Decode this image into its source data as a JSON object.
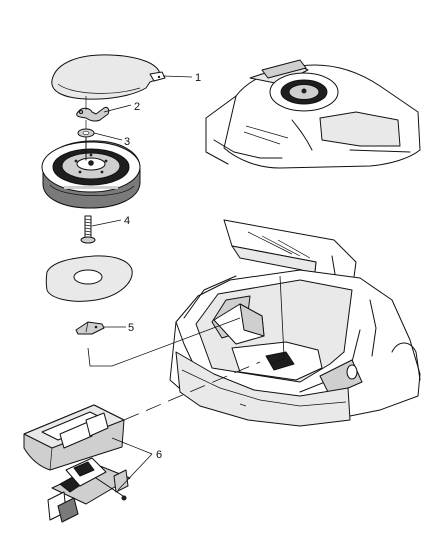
{
  "callouts": [
    {
      "id": "1",
      "label": "1"
    },
    {
      "id": "2",
      "label": "2"
    },
    {
      "id": "3",
      "label": "3"
    },
    {
      "id": "4",
      "label": "4"
    },
    {
      "id": "5",
      "label": "5"
    },
    {
      "id": "6",
      "label": "6"
    }
  ],
  "parts": [
    {
      "callout": "1",
      "icon": "spare-tire-cover-icon"
    },
    {
      "callout": "2",
      "icon": "wing-nut-icon"
    },
    {
      "callout": "3",
      "icon": "washer-icon"
    },
    {
      "callout": "4",
      "icon": "hold-down-bolt-icon"
    },
    {
      "callout": "5",
      "icon": "retainer-clip-icon"
    },
    {
      "callout": "6",
      "icon": "jack-and-foam-holder-icon"
    }
  ]
}
